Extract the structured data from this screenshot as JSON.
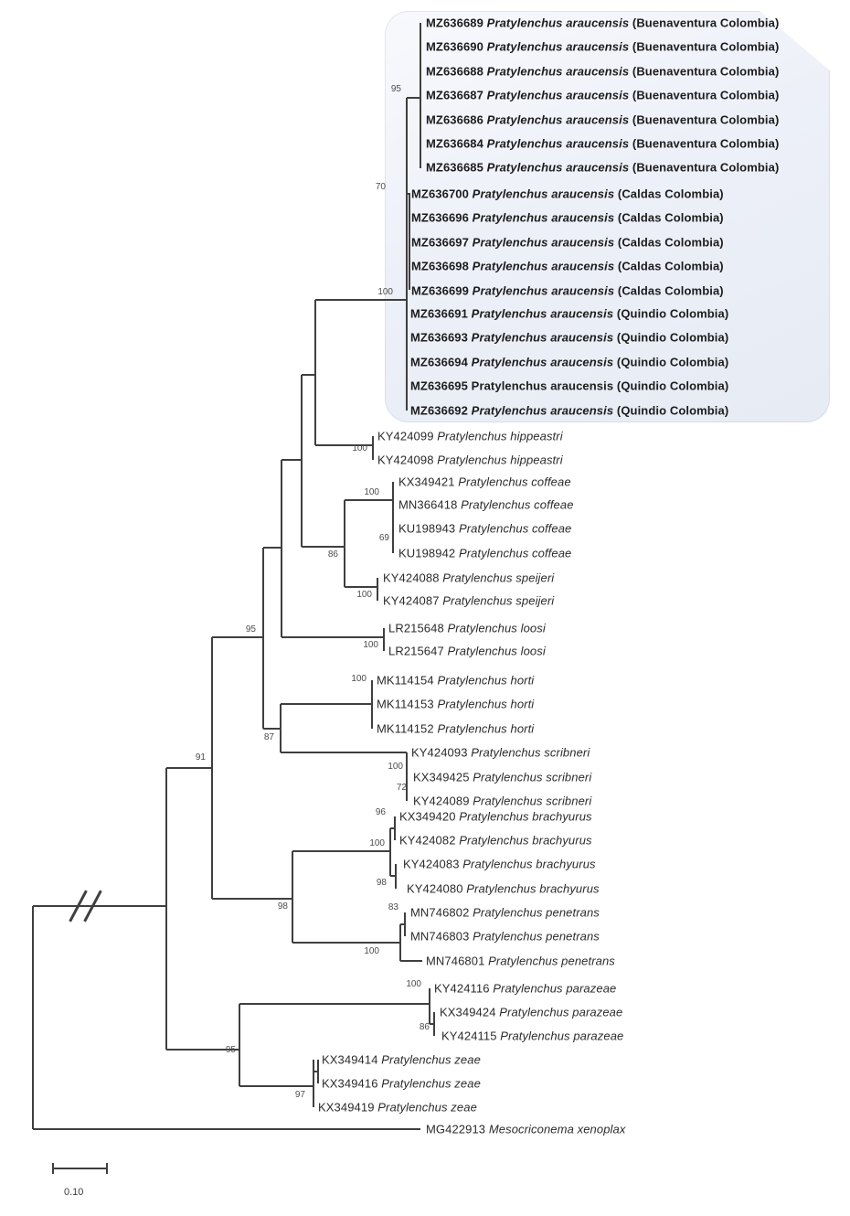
{
  "figure": {
    "kind": "phylogenetic-tree",
    "highlight_color": "#e9edf6",
    "line_color": "#3f3f3f"
  },
  "scale_bar": {
    "label": "0.10"
  },
  "tips": [
    {
      "accession": "MZ636689",
      "species": "Pratylenchus araucensis",
      "location": "(Buenaventura Colombia)"
    },
    {
      "accession": "MZ636690",
      "species": "Pratylenchus araucensis",
      "location": "(Buenaventura Colombia)"
    },
    {
      "accession": "MZ636688",
      "species": "Pratylenchus araucensis",
      "location": "(Buenaventura Colombia)"
    },
    {
      "accession": "MZ636687",
      "species": "Pratylenchus araucensis",
      "location": "(Buenaventura Colombia)"
    },
    {
      "accession": "MZ636686",
      "species": "Pratylenchus araucensis",
      "location": "(Buenaventura Colombia)"
    },
    {
      "accession": "MZ636684",
      "species": "Pratylenchus araucensis",
      "location": "(Buenaventura Colombia)"
    },
    {
      "accession": "MZ636685",
      "species": "Pratylenchus araucensis",
      "location": "(Buenaventura Colombia)"
    },
    {
      "accession": "MZ636700",
      "species": "Pratylenchus araucensis",
      "location": "(Caldas Colombia)"
    },
    {
      "accession": "MZ636696",
      "species": "Pratylenchus araucensis",
      "location": "(Caldas Colombia)"
    },
    {
      "accession": "MZ636697",
      "species": "Pratylenchus araucensis",
      "location": "(Caldas Colombia)"
    },
    {
      "accession": "MZ636698",
      "species": "Pratylenchus araucensis",
      "location": "(Caldas Colombia)"
    },
    {
      "accession": "MZ636699",
      "species": "Pratylenchus araucensis",
      "location": "(Caldas Colombia)"
    },
    {
      "accession": "MZ636691",
      "species": "Pratylenchus araucensis",
      "location": "(Quindio Colombia)"
    },
    {
      "accession": "MZ636693",
      "species": "Pratylenchus araucensis",
      "location": "(Quindio Colombia)"
    },
    {
      "accession": "MZ636694",
      "species": "Pratylenchus araucensis",
      "location": "(Quindio Colombia)"
    },
    {
      "accession": "MZ636695",
      "species": "Pratylenchus araucensis",
      "location": "(Quindio Colombia)"
    },
    {
      "accession": "MZ636692",
      "species": "Pratylenchus araucensis",
      "location": "(Quindio Colombia)"
    },
    {
      "accession": "KY424099",
      "species": "Pratylenchus hippeastri",
      "location": ""
    },
    {
      "accession": "KY424098",
      "species": "Pratylenchus hippeastri",
      "location": ""
    },
    {
      "accession": "KX349421",
      "species": "Pratylenchus coffeae",
      "location": ""
    },
    {
      "accession": "MN366418",
      "species": "Pratylenchus coffeae",
      "location": ""
    },
    {
      "accession": "KU198943",
      "species": "Pratylenchus coffeae",
      "location": ""
    },
    {
      "accession": "KU198942",
      "species": "Pratylenchus coffeae",
      "location": ""
    },
    {
      "accession": "KY424088",
      "species": "Pratylenchus speijeri",
      "location": ""
    },
    {
      "accession": "KY424087",
      "species": "Pratylenchus speijeri",
      "location": ""
    },
    {
      "accession": "LR215648",
      "species": "Pratylenchus loosi",
      "location": ""
    },
    {
      "accession": "LR215647",
      "species": "Pratylenchus loosi",
      "location": ""
    },
    {
      "accession": "MK114154",
      "species": "Pratylenchus horti",
      "location": ""
    },
    {
      "accession": "MK114153",
      "species": "Pratylenchus horti",
      "location": ""
    },
    {
      "accession": "MK114152",
      "species": "Pratylenchus horti",
      "location": ""
    },
    {
      "accession": "KY424093",
      "species": "Pratylenchus scribneri",
      "location": ""
    },
    {
      "accession": "KX349425",
      "species": "Pratylenchus scribneri",
      "location": ""
    },
    {
      "accession": "KY424089",
      "species": "Pratylenchus scribneri",
      "location": ""
    },
    {
      "accession": "KX349420",
      "species": "Pratylenchus brachyurus",
      "location": ""
    },
    {
      "accession": "KY424082",
      "species": "Pratylenchus brachyurus",
      "location": ""
    },
    {
      "accession": "KY424083",
      "species": "Pratylenchus brachyurus",
      "location": ""
    },
    {
      "accession": "KY424080",
      "species": "Pratylenchus brachyurus",
      "location": ""
    },
    {
      "accession": "MN746802",
      "species": "Pratylenchus penetrans",
      "location": ""
    },
    {
      "accession": "MN746803",
      "species": "Pratylenchus penetrans",
      "location": ""
    },
    {
      "accession": "MN746801",
      "species": "Pratylenchus penetrans",
      "location": ""
    },
    {
      "accession": "KY424116",
      "species": "Pratylenchus parazeae",
      "location": ""
    },
    {
      "accession": "KX349424",
      "species": "Pratylenchus parazeae",
      "location": ""
    },
    {
      "accession": "KY424115",
      "species": "Pratylenchus parazeae",
      "location": ""
    },
    {
      "accession": "KX349414",
      "species": "Pratylenchus zeae",
      "location": ""
    },
    {
      "accession": "KX349416",
      "species": "Pratylenchus zeae",
      "location": ""
    },
    {
      "accession": "KX349419",
      "species": "Pratylenchus zeae",
      "location": ""
    },
    {
      "accession": "MG422913",
      "species": "Mesocriconema xenoplax",
      "location": ""
    }
  ],
  "bootstraps": [
    "95",
    "70",
    "100",
    "100",
    "100",
    "69",
    "86",
    "100",
    "95",
    "100",
    "91",
    "87",
    "100",
    "100",
    "72",
    "96",
    "100",
    "98",
    "98",
    "83",
    "100",
    "100",
    "86",
    "95",
    "97"
  ]
}
